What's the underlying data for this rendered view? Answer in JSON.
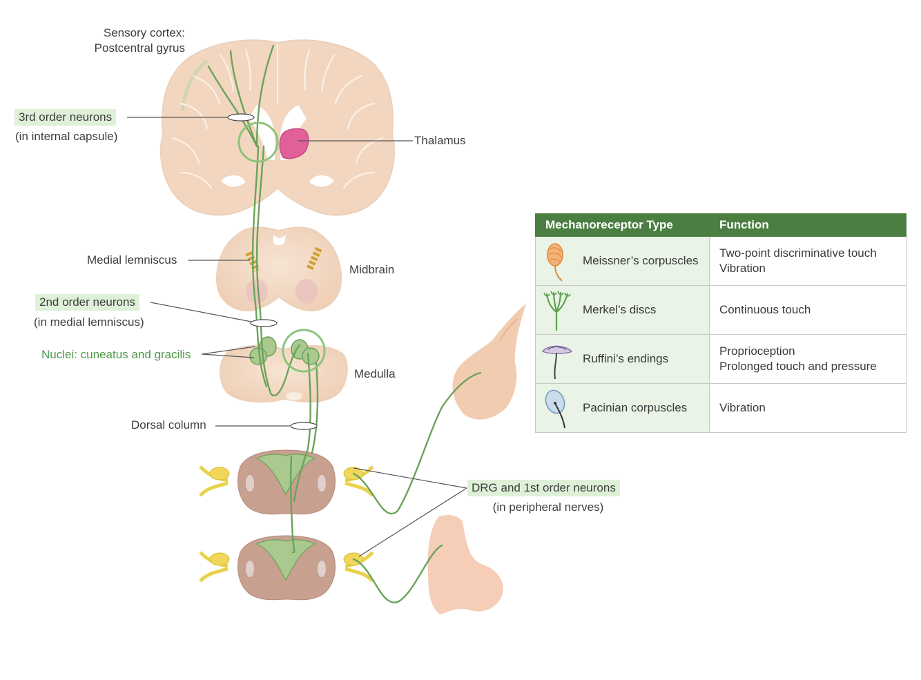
{
  "labels": {
    "sensory_cortex_1": "Sensory cortex:",
    "sensory_cortex_2": "Postcentral gyrus",
    "third_order": "3rd order neurons",
    "third_order_sub": "(in internal capsule)",
    "thalamus": "Thalamus",
    "medial_lemniscus": "Medial lemniscus",
    "midbrain": "Midbrain",
    "second_order": "2nd order neurons",
    "second_order_sub": "(in medial lemniscus)",
    "nuclei": "Nuclei: cuneatus and gracilis",
    "medulla": "Medulla",
    "dorsal_column": "Dorsal column",
    "drg": "DRG and 1st order neurons",
    "drg_sub": "(in peripheral nerves)"
  },
  "table": {
    "headers": [
      "Mechanoreceptor Type",
      "Function"
    ],
    "rows": [
      {
        "icon": "meissner-corpuscle-icon",
        "type": "Meissner’s corpuscles",
        "function": [
          "Two-point discriminative touch",
          "Vibration"
        ]
      },
      {
        "icon": "merkel-disc-icon",
        "type": "Merkel’s discs",
        "function": [
          "Continuous touch"
        ]
      },
      {
        "icon": "ruffini-ending-icon",
        "type": "Ruffini’s endings",
        "function": [
          "Proprioception",
          "Prolonged touch and pressure"
        ]
      },
      {
        "icon": "pacinian-corpuscle-icon",
        "type": "Pacinian corpuscles",
        "function": [
          "Vibration"
        ]
      }
    ]
  },
  "colors": {
    "pathway_green": "#6aa35a",
    "highlight_bg": "#dff0d8",
    "tissue": "#f3dcc8",
    "thalamus": "#e0619a",
    "nerve_yellow": "#e8d24a",
    "table_header": "#4b7f42"
  }
}
